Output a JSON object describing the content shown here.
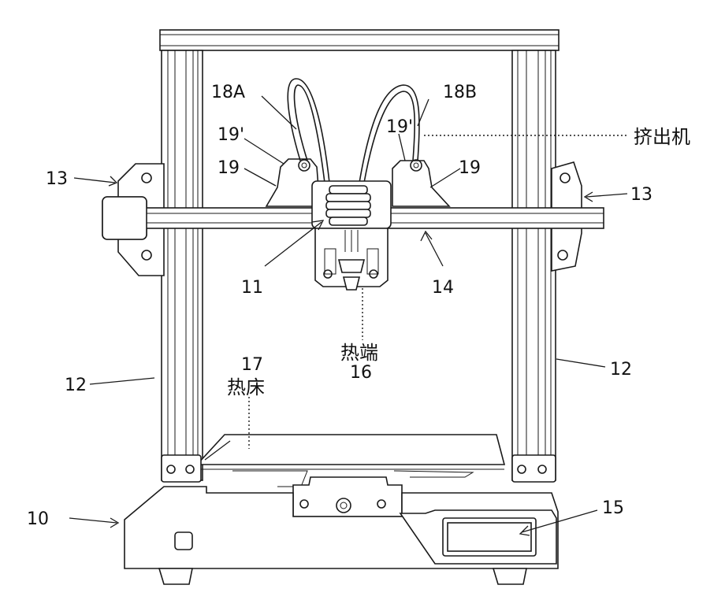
{
  "labels": {
    "n10": "10",
    "n11": "11",
    "n12_left": "12",
    "n12_right": "12",
    "n13_left": "13",
    "n13_right": "13",
    "n14": "14",
    "n15": "15",
    "n16": "16",
    "n17": "17",
    "n18a": "18A",
    "n18b": "18B",
    "n19_left": "19",
    "n19p_left": "19'",
    "n19_right": "19",
    "n19p_right": "19'",
    "extruder": "挤出机",
    "hot_end": "热端",
    "hot_bed": "热床"
  }
}
